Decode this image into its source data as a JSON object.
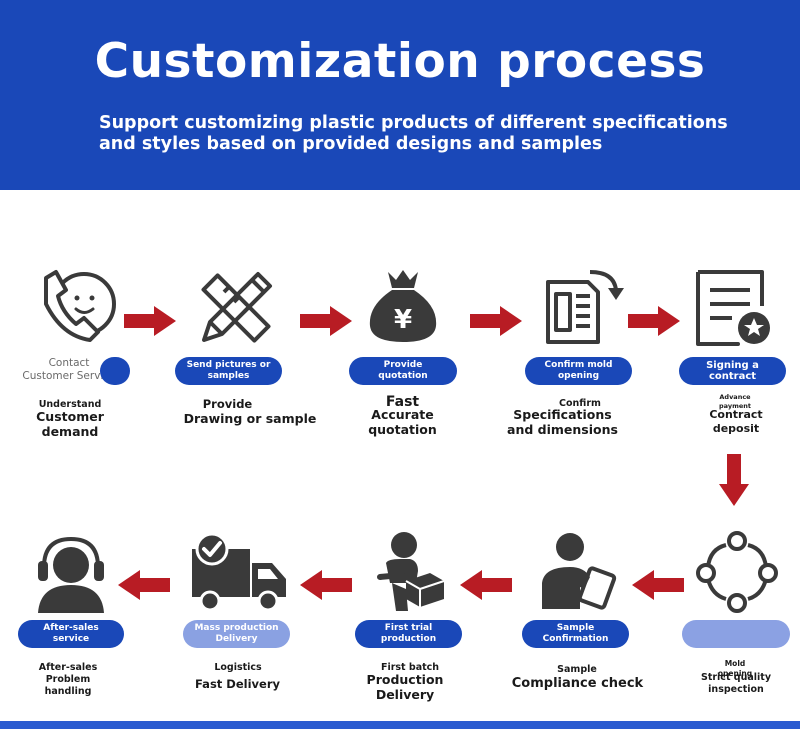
{
  "header": {
    "title": "Customization process",
    "subtitle": "Support customizing plastic products of different specifications and styles based on provided designs and samples"
  },
  "colors": {
    "brand_blue": "#1a48b8",
    "arrow_red": "#b81c24",
    "icon_dark": "#3a3a3a"
  },
  "steps": {
    "s1": {
      "label": "Contact\nCustomer Service",
      "desc_small": "Understand",
      "desc_large": "Customer\ndemand",
      "icon": "phone-smile-icon"
    },
    "s2": {
      "label": "Send pictures or\nsamples",
      "desc_small": "Provide",
      "desc_large": "Drawing or sample",
      "icon": "pencil-ruler-icon"
    },
    "s3": {
      "label": "Provide\nquotation",
      "desc_small": "Fast",
      "desc_large": "Accurate\nquotation",
      "icon": "money-bag-icon"
    },
    "s4": {
      "label": "Confirm mold\nopening",
      "desc_small": "Confirm",
      "desc_large": "Specifications\nand dimensions",
      "icon": "document-refresh-icon"
    },
    "s5": {
      "label": "Signing a\ncontract",
      "desc_small": "Advance\npayment",
      "desc_large": "Contract\ndeposit",
      "icon": "contract-seal-icon"
    },
    "s6": {
      "label": "",
      "desc_small": "Mold\nopening",
      "desc_large": "Strict quality\ninspection",
      "icon": "cycle-nodes-icon"
    },
    "s7": {
      "label": "Sample\nConfirmation",
      "desc_small": "Sample",
      "desc_large": "Compliance check",
      "icon": "person-inspect-icon"
    },
    "s8": {
      "label": "First trial\nproduction",
      "desc_small": "First batch",
      "desc_large": "Production\nDelivery",
      "icon": "person-box-icon"
    },
    "s9": {
      "label": "Mass production\nDelivery",
      "desc_small": "Logistics",
      "desc_large": "Fast Delivery",
      "icon": "truck-check-icon"
    },
    "s10": {
      "label": "After-sales service",
      "desc_small": "After-sales\nProblem\nhandling",
      "desc_large": "",
      "icon": "headset-support-icon"
    }
  }
}
